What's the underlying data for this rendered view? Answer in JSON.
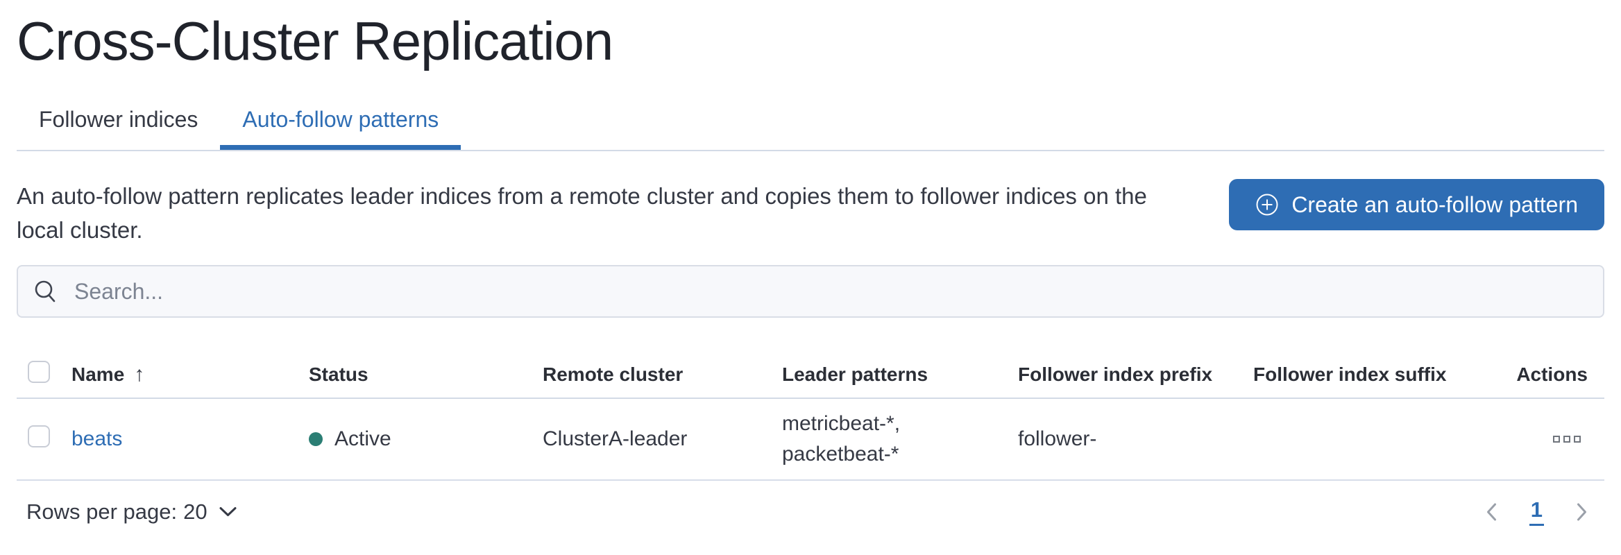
{
  "page_title": "Cross-Cluster Replication",
  "tabs": [
    {
      "label": "Follower indices",
      "active": false
    },
    {
      "label": "Auto-follow patterns",
      "active": true
    }
  ],
  "description": "An auto-follow pattern replicates leader indices from a remote cluster and copies them to follower indices on the local cluster.",
  "create_button": {
    "label": "Create an auto-follow pattern",
    "icon": "plus-in-circle-icon"
  },
  "search": {
    "placeholder": "Search...",
    "icon": "search-icon"
  },
  "table": {
    "columns": {
      "name": "Name",
      "status": "Status",
      "remote_cluster": "Remote cluster",
      "leader_patterns": "Leader patterns",
      "follower_index_prefix": "Follower index prefix",
      "follower_index_suffix": "Follower index suffix",
      "actions": "Actions"
    },
    "sort": {
      "column": "Name",
      "direction": "ascending",
      "icon": "↑"
    },
    "rows": [
      {
        "name": "beats",
        "status": "Active",
        "remote_cluster": "ClusterA-leader",
        "leader_patterns": "metricbeat-*, packetbeat-*",
        "follower_index_prefix": "follower-",
        "follower_index_suffix": ""
      }
    ]
  },
  "pagination": {
    "rows_per_page_label": "Rows per page:",
    "rows_per_page_value": "20",
    "current_page": "1"
  },
  "colors": {
    "primary_blue": "#2e6db4",
    "status_active_green": "#2b7e74",
    "text": "#353944",
    "border": "#d3dae6"
  }
}
